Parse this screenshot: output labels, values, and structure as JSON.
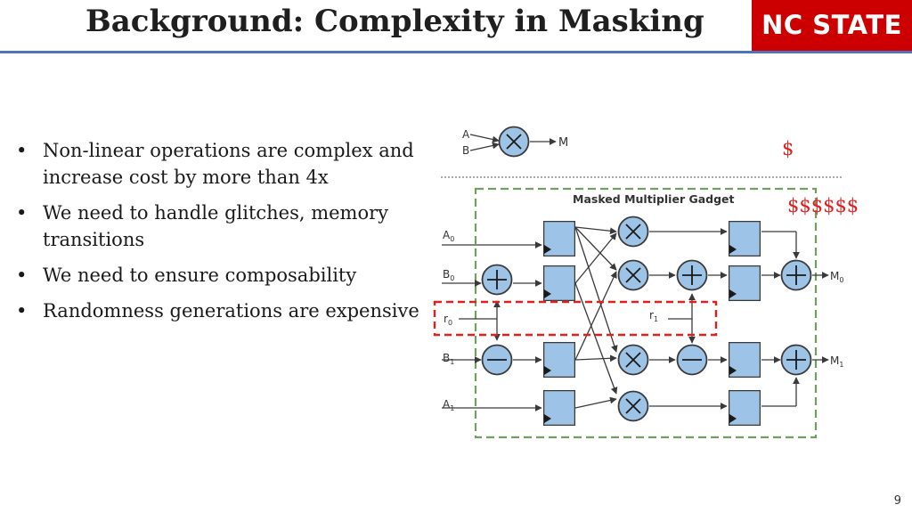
{
  "slide": {
    "title": "Background: Complexity in Masking",
    "logo": "NC STATE",
    "page_number": "9"
  },
  "bullets": [
    "Non-linear operations are complex and increase cost by more than 4x",
    "We need to handle glitches, memory transitions",
    "We need to ensure composability",
    "Randomness generations are expensive"
  ],
  "diagram": {
    "top": {
      "in_a": "A",
      "in_b": "B",
      "out": "M",
      "cost": "$"
    },
    "gadget": {
      "title": "Masked Multiplier Gadget",
      "cost": "$$$$$$",
      "labels": {
        "a0": "A",
        "a0_sub": "0",
        "b0": "B",
        "b0_sub": "0",
        "r0": "r",
        "r0_sub": "0",
        "r1": "r",
        "r1_sub": "1",
        "b1": "B",
        "b1_sub": "1",
        "a1": "A",
        "a1_sub": "1",
        "m0": "M",
        "m0_sub": "0",
        "m1": "M",
        "m1_sub": "1"
      }
    },
    "colors": {
      "register": "#9dc3e6",
      "stroke": "#3a3a3a",
      "gadget_border": "#70a060",
      "random_box": "#e02020",
      "cost": "#e02020"
    },
    "icons": {
      "multiply": "circle-times-icon",
      "add": "circle-plus-icon",
      "subtract": "circle-minus-icon",
      "register": "flip-flop-icon"
    }
  }
}
